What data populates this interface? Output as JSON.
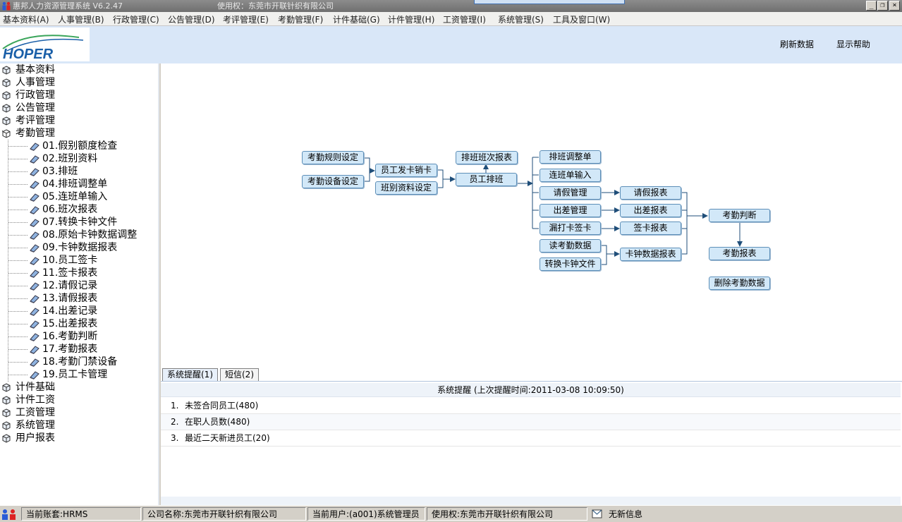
{
  "window": {
    "title": "惠邦人力资源管理系统 V6.2.47",
    "license": "使用权：东莞市开联针织有限公司",
    "buttons": {
      "minimize": "_",
      "restore": "❐",
      "close": "×"
    }
  },
  "menu": [
    "基本资料(A)",
    "人事管理(B)",
    "行政管理(C)",
    "公告管理(D)",
    "考评管理(E)",
    "考勤管理(F)",
    "计件基础(G)",
    "计件管理(H)",
    "工资管理(I)",
    "系统管理(S)",
    "工具及窗口(W)"
  ],
  "header": {
    "logo_text": "HOPER",
    "refresh": "刷新数据",
    "help": "显示帮助"
  },
  "tree": {
    "top": [
      "基本资料",
      "人事管理",
      "行政管理",
      "公告管理",
      "考评管理",
      "考勤管理"
    ],
    "children": [
      "01.假别额度检查",
      "02.班别资料",
      "03.排班",
      "04.排班调整单",
      "05.连班单输入",
      "06.班次报表",
      "07.转换卡钟文件",
      "08.原始卡钟数据调整",
      "09.卡钟数据报表",
      "10.员工签卡",
      "11.签卡报表",
      "12.请假记录",
      "13.请假报表",
      "14.出差记录",
      "15.出差报表",
      "16.考勤判断",
      "17.考勤报表",
      "18.考勤门禁设备",
      "19.员工卡管理"
    ],
    "bottom": [
      "计件基础",
      "计件工资",
      "工资管理",
      "系统管理",
      "用户报表"
    ]
  },
  "flow": {
    "rule_setup": "考勤规则设定",
    "device_setup": "考勤设备设定",
    "card_issue": "员工发卡销卡",
    "shift_setup": "班别资料设定",
    "shift_report": "排班班次报表",
    "scheduling": "员工排班",
    "shift_adjust": "排班调整单",
    "consecutive": "连班单输入",
    "leave_mgmt": "请假管理",
    "trip_mgmt": "出差管理",
    "missed_punch": "漏打卡签卡",
    "read_data": "读考勤数据",
    "convert_file": "转换卡钟文件",
    "leave_report": "请假报表",
    "trip_report": "出差报表",
    "sign_report": "签卡报表",
    "clock_report": "卡钟数据报表",
    "judge": "考勤判断",
    "att_report": "考勤报表",
    "delete_data": "删除考勤数据"
  },
  "tabs": [
    "系统提醒(1)",
    "短信(2)"
  ],
  "reminder": {
    "title": "系统提醒 (上次提醒时间:2011-03-08 10:09:50)",
    "rows": [
      {
        "num": "1.",
        "text": "未签合同员工(480)"
      },
      {
        "num": "2.",
        "text": "在职人员数(480)"
      },
      {
        "num": "3.",
        "text": "最近二天新进员工(20)"
      }
    ]
  },
  "status": {
    "account": "当前账套:HRMS",
    "company": "公司名称:东莞市开联针织有限公司",
    "user": "当前用户:(a001)系统管理员",
    "license": "使用权:东莞市开联针织有限公司",
    "message": "无新信息"
  },
  "colors": {
    "header_bg": "#d9e7f8",
    "flow_box": "#d2e8f8",
    "flow_border": "#5d8fb8",
    "connector": "#1f4e79",
    "logo_blue": "#1a5fa8",
    "logo_green": "#3aa55a"
  }
}
